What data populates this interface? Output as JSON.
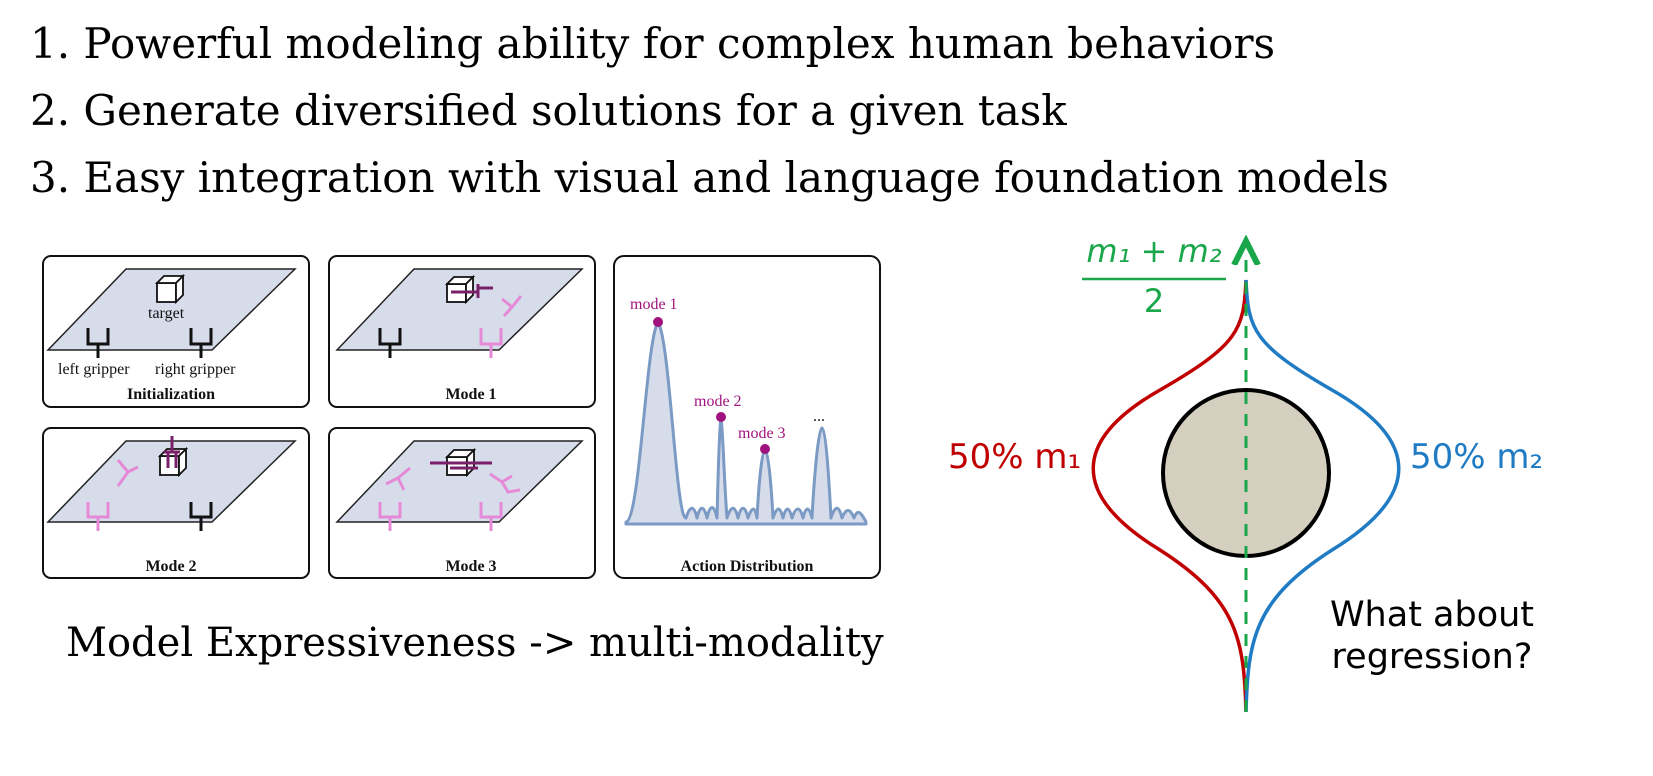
{
  "bullets": [
    "1. Powerful modeling ability for complex human behaviors",
    "2. Generate diversified solutions for a given task",
    "3. Easy integration with visual and language foundation models"
  ],
  "caption": "Model Expressiveness -> multi-modality",
  "panels": {
    "init": {
      "title": "Initialization",
      "target": "target",
      "left": "left gripper",
      "right": "right gripper"
    },
    "mode1": {
      "title": "Mode 1"
    },
    "mode2": {
      "title": "Mode 2"
    },
    "mode3": {
      "title": "Mode 3"
    },
    "dist": {
      "title": "Action Distribution",
      "m1": "mode 1",
      "m2": "mode 2",
      "m3": "mode 3",
      "more": "..."
    }
  },
  "regression": {
    "mean_num": "m₁ + m₂",
    "mean_den": "2",
    "left_label": "50% m₁",
    "right_label": "50% m₂",
    "question_line1": "What about",
    "question_line2": "regression?"
  },
  "colors": {
    "red": "#c00000",
    "blue": "#1f7bc4",
    "green": "#1aa64a",
    "pink": "#e58ad6",
    "purple": "#7a1f6a",
    "plane": "#d6dcea",
    "obstacle": "#d5cfc0",
    "curve": "#7b9ac4"
  }
}
